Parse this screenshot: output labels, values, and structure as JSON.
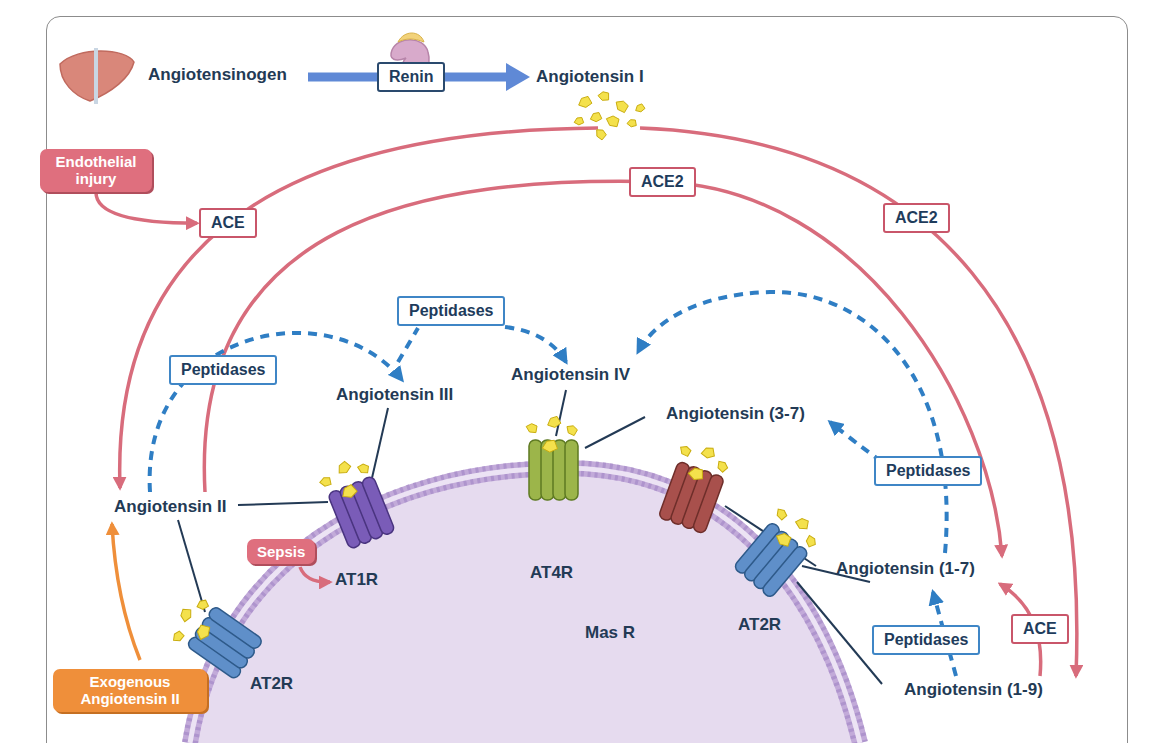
{
  "diagram": {
    "nodes": [
      {
        "text": [
          "Renin"
        ]
      },
      {
        "text": [
          "Endothelial injury"
        ]
      },
      {
        "text": [
          "ACE"
        ]
      },
      {
        "text": [
          "ACE2"
        ]
      },
      {
        "text": [
          "ACE2"
        ]
      },
      {
        "text": [
          "Peptidases"
        ]
      },
      {
        "text": [
          "Peptidases"
        ]
      },
      {
        "text": [
          "Peptidases"
        ]
      },
      {
        "text": [
          "Sepsis"
        ]
      },
      {
        "text": [
          "ACE"
        ]
      },
      {
        "text": [
          "Peptidases"
        ]
      },
      {
        "text": [
          "Exogenous Angiotensin II"
        ]
      }
    ],
    "edges": [
      {
        "from": 1,
        "to": 2,
        "arrow": "to"
      }
    ],
    "labels": [
      "Angiotensinogen",
      "Angiotensin I",
      "Angiotensin IV",
      "Angiotensin III",
      "Angiotensin (3-7)",
      "Angiotensin II",
      "AT1R",
      "AT4R",
      "Angiotensin (1-7)",
      "Mas R",
      "AT2R",
      "AT2R",
      "Angiotensin (1-9)"
    ]
  }
}
